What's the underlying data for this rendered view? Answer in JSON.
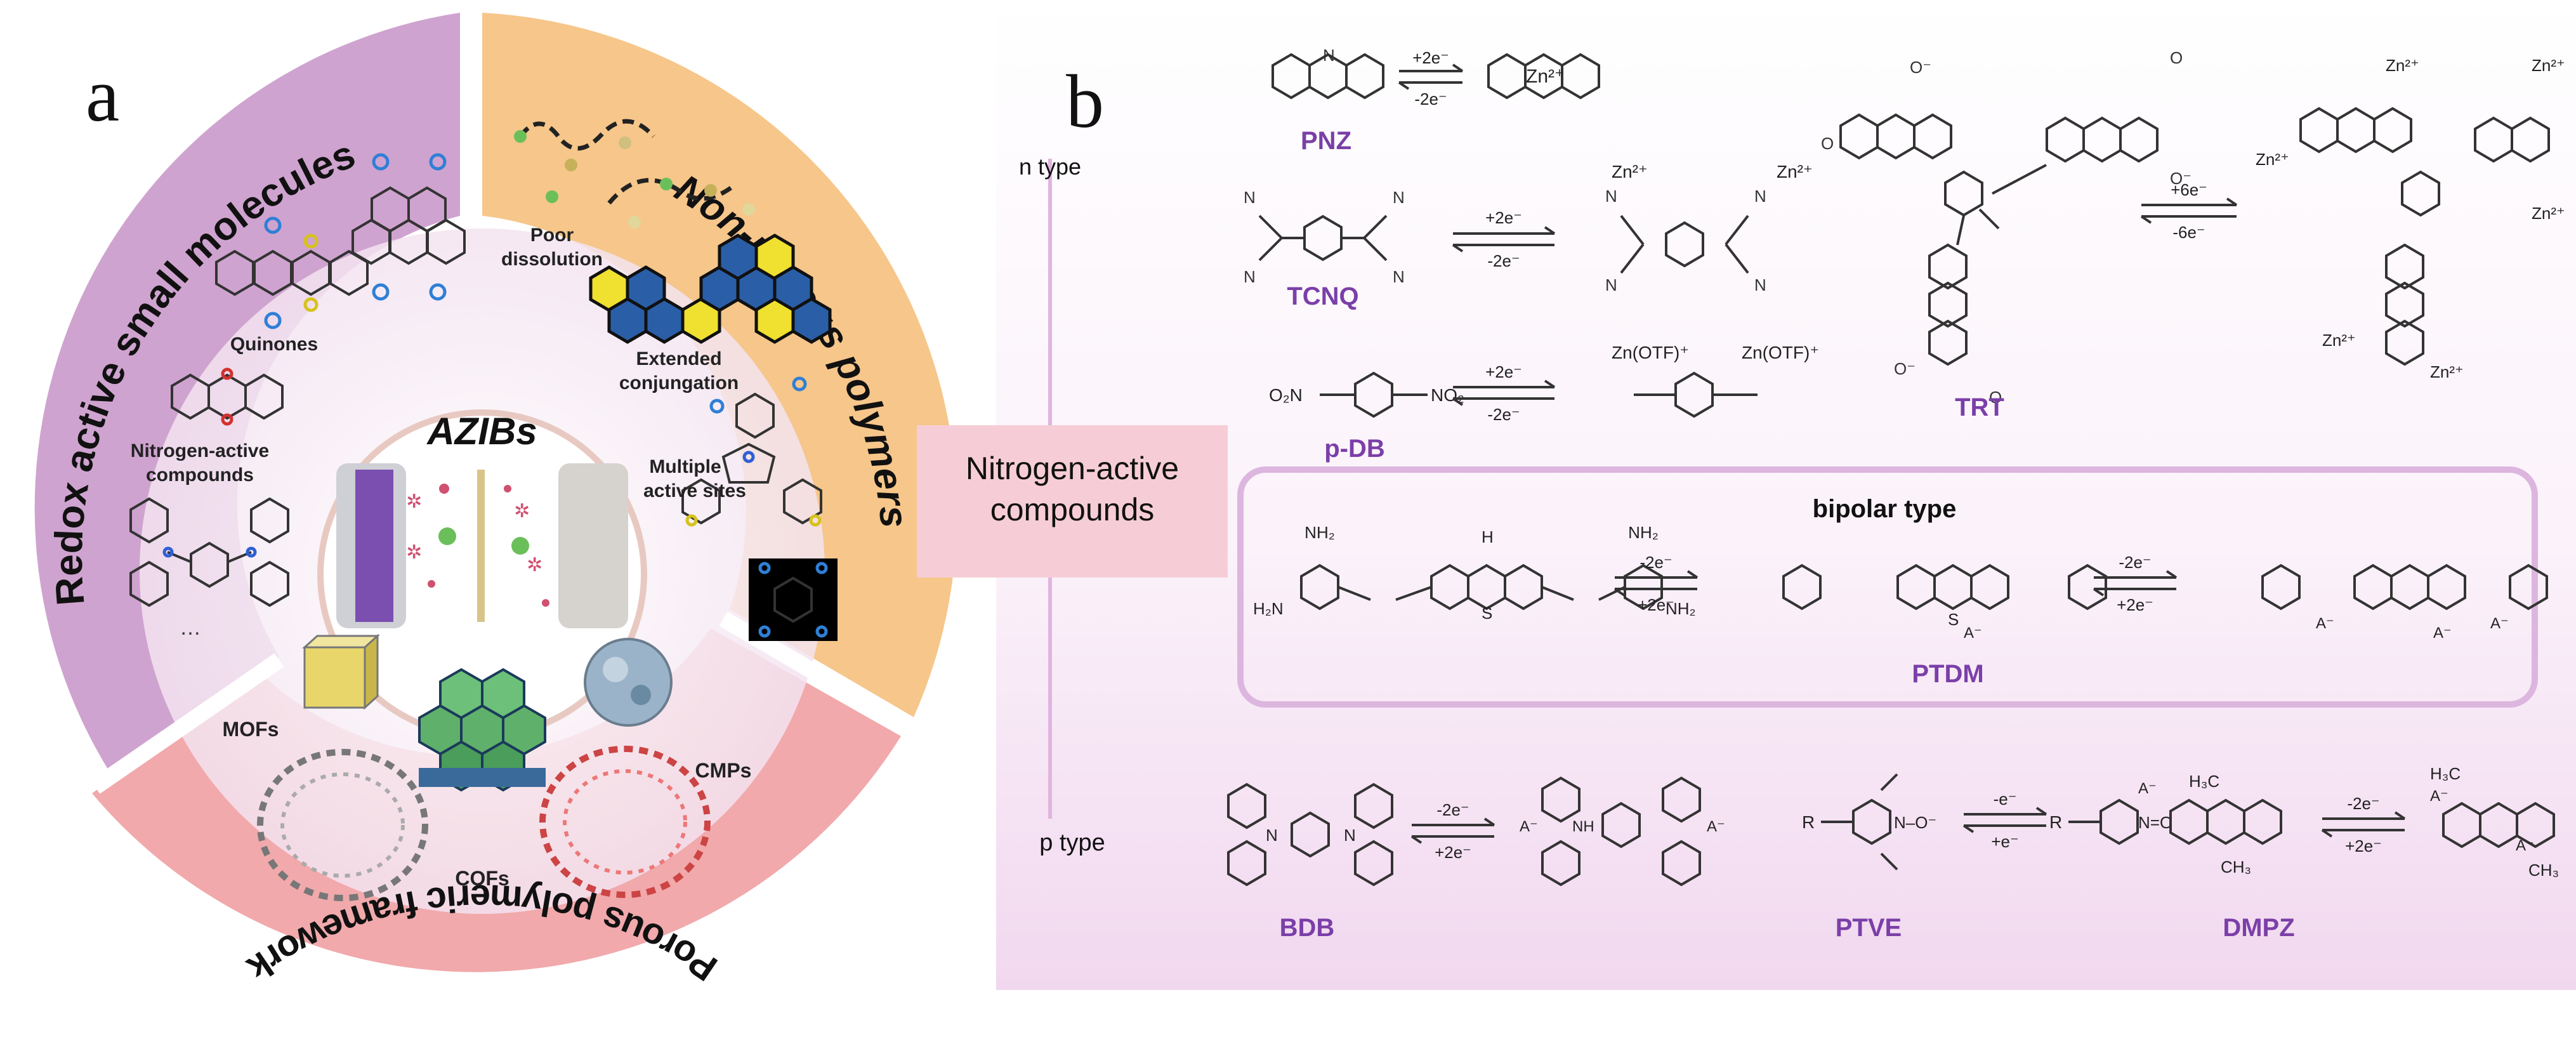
{
  "panel_a": {
    "letter": "a",
    "center_label": "AZIBs",
    "sectors": [
      {
        "title": "Redox active small molecules",
        "color": "#cfa3cf"
      },
      {
        "title": "Non-porous polymers",
        "color": "#f6c68a"
      },
      {
        "title": "Porous polymeric framework",
        "color": "#f1a9ab"
      }
    ],
    "labels": {
      "quinones": "Quinones",
      "nitrogen_line1": "Nitrogen-active",
      "nitrogen_line2": "compounds",
      "ellipsis": "…",
      "poor_line1": "Poor",
      "poor_line2": "dissolution",
      "extended_line1": "Extended",
      "extended_line2": "conjungation",
      "multiple_line1": "Multiple",
      "multiple_line2": "active sites",
      "mofs": "MOFs",
      "cofs": "COFs",
      "cmps": "CMPs"
    }
  },
  "panel_b": {
    "letter": "b",
    "callout": {
      "line1": "Nitrogen-active",
      "line2": "compounds"
    },
    "n_type": "n type",
    "p_type": "p type",
    "bipolar_title": "bipolar type",
    "molecules": {
      "pnz": "PNZ",
      "tcnq": "TCNQ",
      "pdb": "p-DB",
      "trt": "TRT",
      "ptdm": "PTDM",
      "bdb": "BDB",
      "ptve": "PTVE",
      "dmpz": "DMPZ"
    },
    "arrows": {
      "pnz_fwd": "+2e⁻",
      "pnz_rev": "-2e⁻",
      "tcnq_fwd": "+2e⁻",
      "tcnq_rev": "-2e⁻",
      "pdb_fwd": "+2e⁻",
      "pdb_rev": "-2e⁻",
      "trt_fwd": "+6e⁻",
      "trt_rev": "-6e⁻",
      "ptdm1_fwd": "-2e⁻",
      "ptdm1_rev": "+2e⁻",
      "ptdm2_fwd": "-2e⁻",
      "ptdm2_rev": "+2e⁻",
      "bdb_fwd": "-2e⁻",
      "bdb_rev": "+2e⁻",
      "ptve_fwd": "-e⁻",
      "ptve_rev": "+e⁻",
      "dmpz_fwd": "-2e⁻",
      "dmpz_rev": "+2e⁻"
    },
    "atoms": {
      "zn": "Zn²⁺",
      "zn_otf": "Zn(OTF)⁺",
      "o2n": "O₂N",
      "no2": "NO₂",
      "n": "N",
      "nh": "NH",
      "h": "H",
      "s": "S",
      "s_charged": "S",
      "o": "O",
      "o_minus": "O⁻",
      "r": "R",
      "nh2": "NH₂",
      "h2n": "H₂N",
      "a_minus": "A⁻",
      "h3c": "H₃C",
      "ch3": "CH₃",
      "n_o": "N–O⁻",
      "n_plus_o": "N=O"
    },
    "colors": {
      "name_purple": "#7b3fa8",
      "panel_bg": "#f5e6f4",
      "callout_fill": "#f6cdd6",
      "bipolar_border": "#dcb6df"
    }
  }
}
